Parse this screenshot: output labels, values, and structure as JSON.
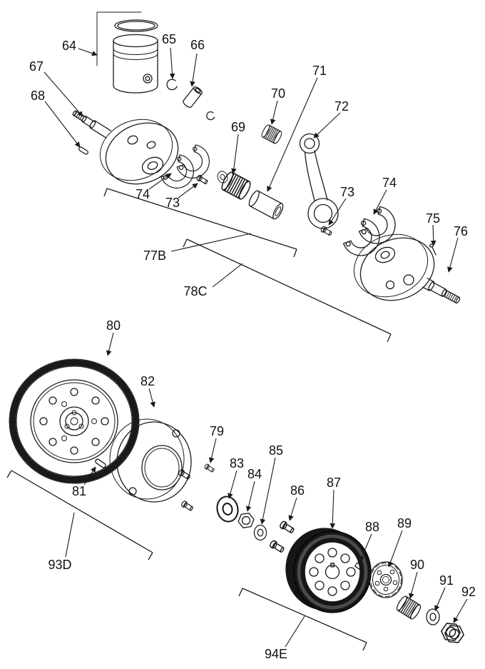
{
  "page": {
    "background": "#ffffff",
    "line_color": "#1a1a1a",
    "dark_fill": "#161616"
  },
  "diagram": {
    "type": "exploded-parts-diagram",
    "subject": "engine crankshaft, piston and flywheel assembly",
    "labels": [
      {
        "name": "piston",
        "text": "64"
      },
      {
        "name": "piston-ring-clip",
        "text": "65"
      },
      {
        "name": "wrist-pin",
        "text": "66"
      },
      {
        "name": "crankshaft-left-half",
        "text": "67"
      },
      {
        "name": "key-left",
        "text": "68"
      },
      {
        "name": "center-bearing",
        "text": "69"
      },
      {
        "name": "upper-bearing",
        "text": "70"
      },
      {
        "name": "crank-pin",
        "text": "71"
      },
      {
        "name": "connecting-rod",
        "text": "72"
      },
      {
        "name": "screw-left",
        "text": "73"
      },
      {
        "name": "thrust-plate-left",
        "text": "74"
      },
      {
        "name": "screw-right",
        "text": "73"
      },
      {
        "name": "thrust-plate-right",
        "text": "74"
      },
      {
        "name": "set-screw",
        "text": "75"
      },
      {
        "name": "crankshaft-right-half",
        "text": "76"
      },
      {
        "name": "crankshaft-subassembly-bracket",
        "text": "77B"
      },
      {
        "name": "crankshaft-assembly-bracket",
        "text": "78C"
      },
      {
        "name": "ring-gear-flywheel",
        "text": "80"
      },
      {
        "name": "cover-plate",
        "text": "82"
      },
      {
        "name": "bolt-group",
        "text": "79"
      },
      {
        "name": "flywheel-key",
        "text": "81"
      },
      {
        "name": "washer-large",
        "text": "83"
      },
      {
        "name": "hex-nut",
        "text": "84"
      },
      {
        "name": "lock-washer",
        "text": "85"
      },
      {
        "name": "stud-group",
        "text": "86"
      },
      {
        "name": "rotor-flywheel",
        "text": "87"
      },
      {
        "name": "rotor-key",
        "text": "88"
      },
      {
        "name": "hub",
        "text": "89"
      },
      {
        "name": "needle-bearing",
        "text": "90"
      },
      {
        "name": "washer-small",
        "text": "91"
      },
      {
        "name": "shaft-nut",
        "text": "92"
      },
      {
        "name": "flywheel-group-bracket",
        "text": "93D"
      },
      {
        "name": "rotor-group-bracket",
        "text": "94E"
      }
    ]
  }
}
